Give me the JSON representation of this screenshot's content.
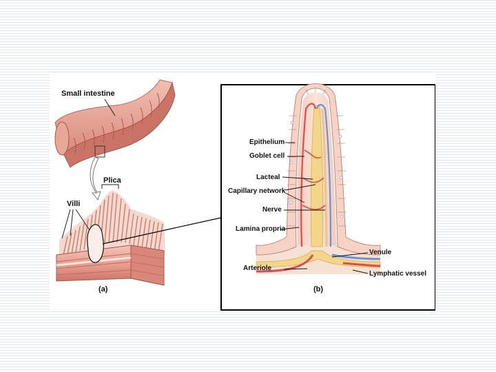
{
  "panel_a": {
    "small_intestine_label": "Small intestine",
    "plica_label": "Plica",
    "villi_label": "Villi",
    "caption": "(a)"
  },
  "panel_b": {
    "labels": {
      "epithelium": "Epithelium",
      "goblet_cell": "Goblet cell",
      "lacteal": "Lacteal",
      "capillary_network": "Capillary network",
      "nerve": "Nerve",
      "lamina_propria": "Lamina propria",
      "venule": "Venule",
      "arteriole": "Arteriole",
      "lymphatic_vessel": "Lymphatic vessel"
    },
    "caption": "(b)"
  },
  "colors": {
    "tissue_pink": "#e8a59a",
    "tissue_light": "#f5d4c8",
    "muscle_red": "#d66e66",
    "lacteal_yellow": "#f3d68a",
    "artery_red": "#d94f4f",
    "vein_blue": "#6f8fd6",
    "panel_border": "#000000"
  }
}
